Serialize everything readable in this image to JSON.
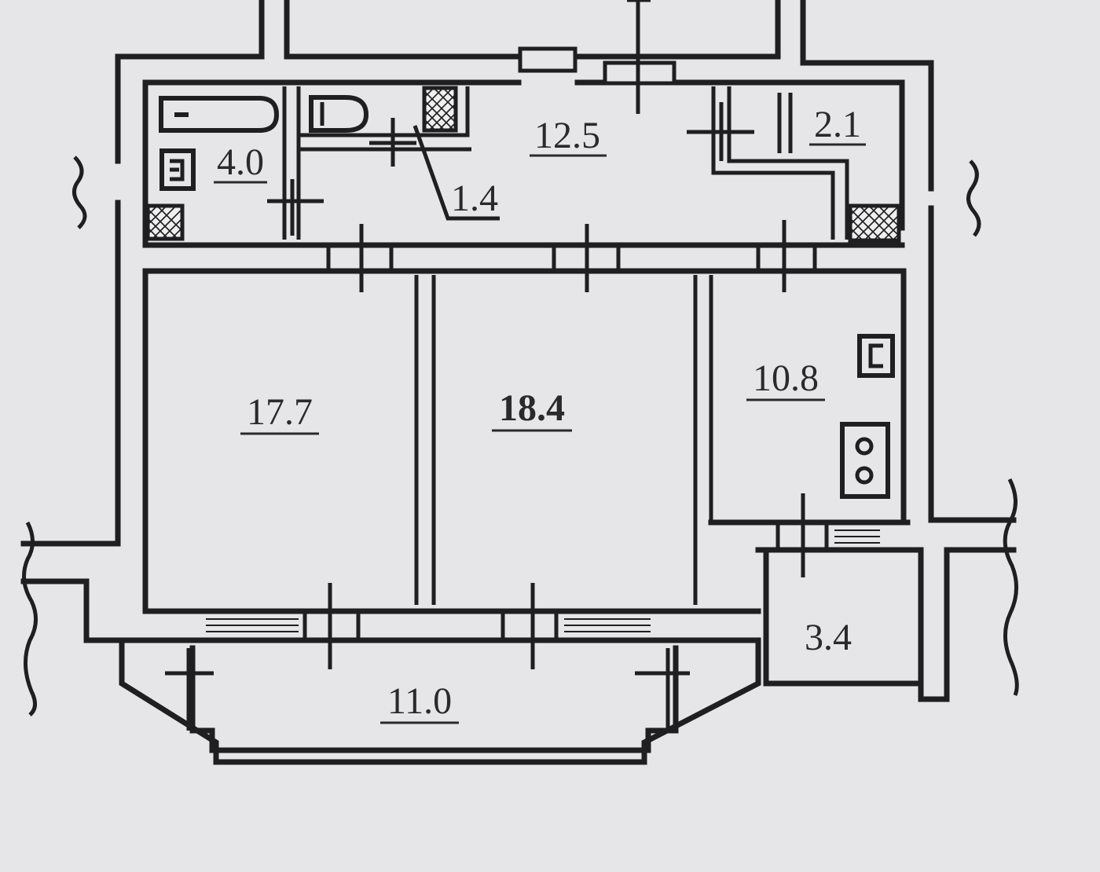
{
  "plan": {
    "rooms": [
      {
        "id": "room-bathroom",
        "area": "4.0",
        "underline": true
      },
      {
        "id": "room-toilet",
        "area": "1.4",
        "underline": true
      },
      {
        "id": "room-hall",
        "area": "12.5",
        "underline": true
      },
      {
        "id": "room-closet",
        "area": "2.1",
        "underline": true
      },
      {
        "id": "room-bedroom",
        "area": "17.7",
        "underline": true
      },
      {
        "id": "room-living",
        "area": "18.4",
        "underline": true
      },
      {
        "id": "room-kitchen",
        "area": "10.8",
        "underline": true
      },
      {
        "id": "room-loggia-small",
        "area": "3.4",
        "underline": false
      },
      {
        "id": "room-loggia-large",
        "area": "11.0",
        "underline": true
      }
    ]
  }
}
